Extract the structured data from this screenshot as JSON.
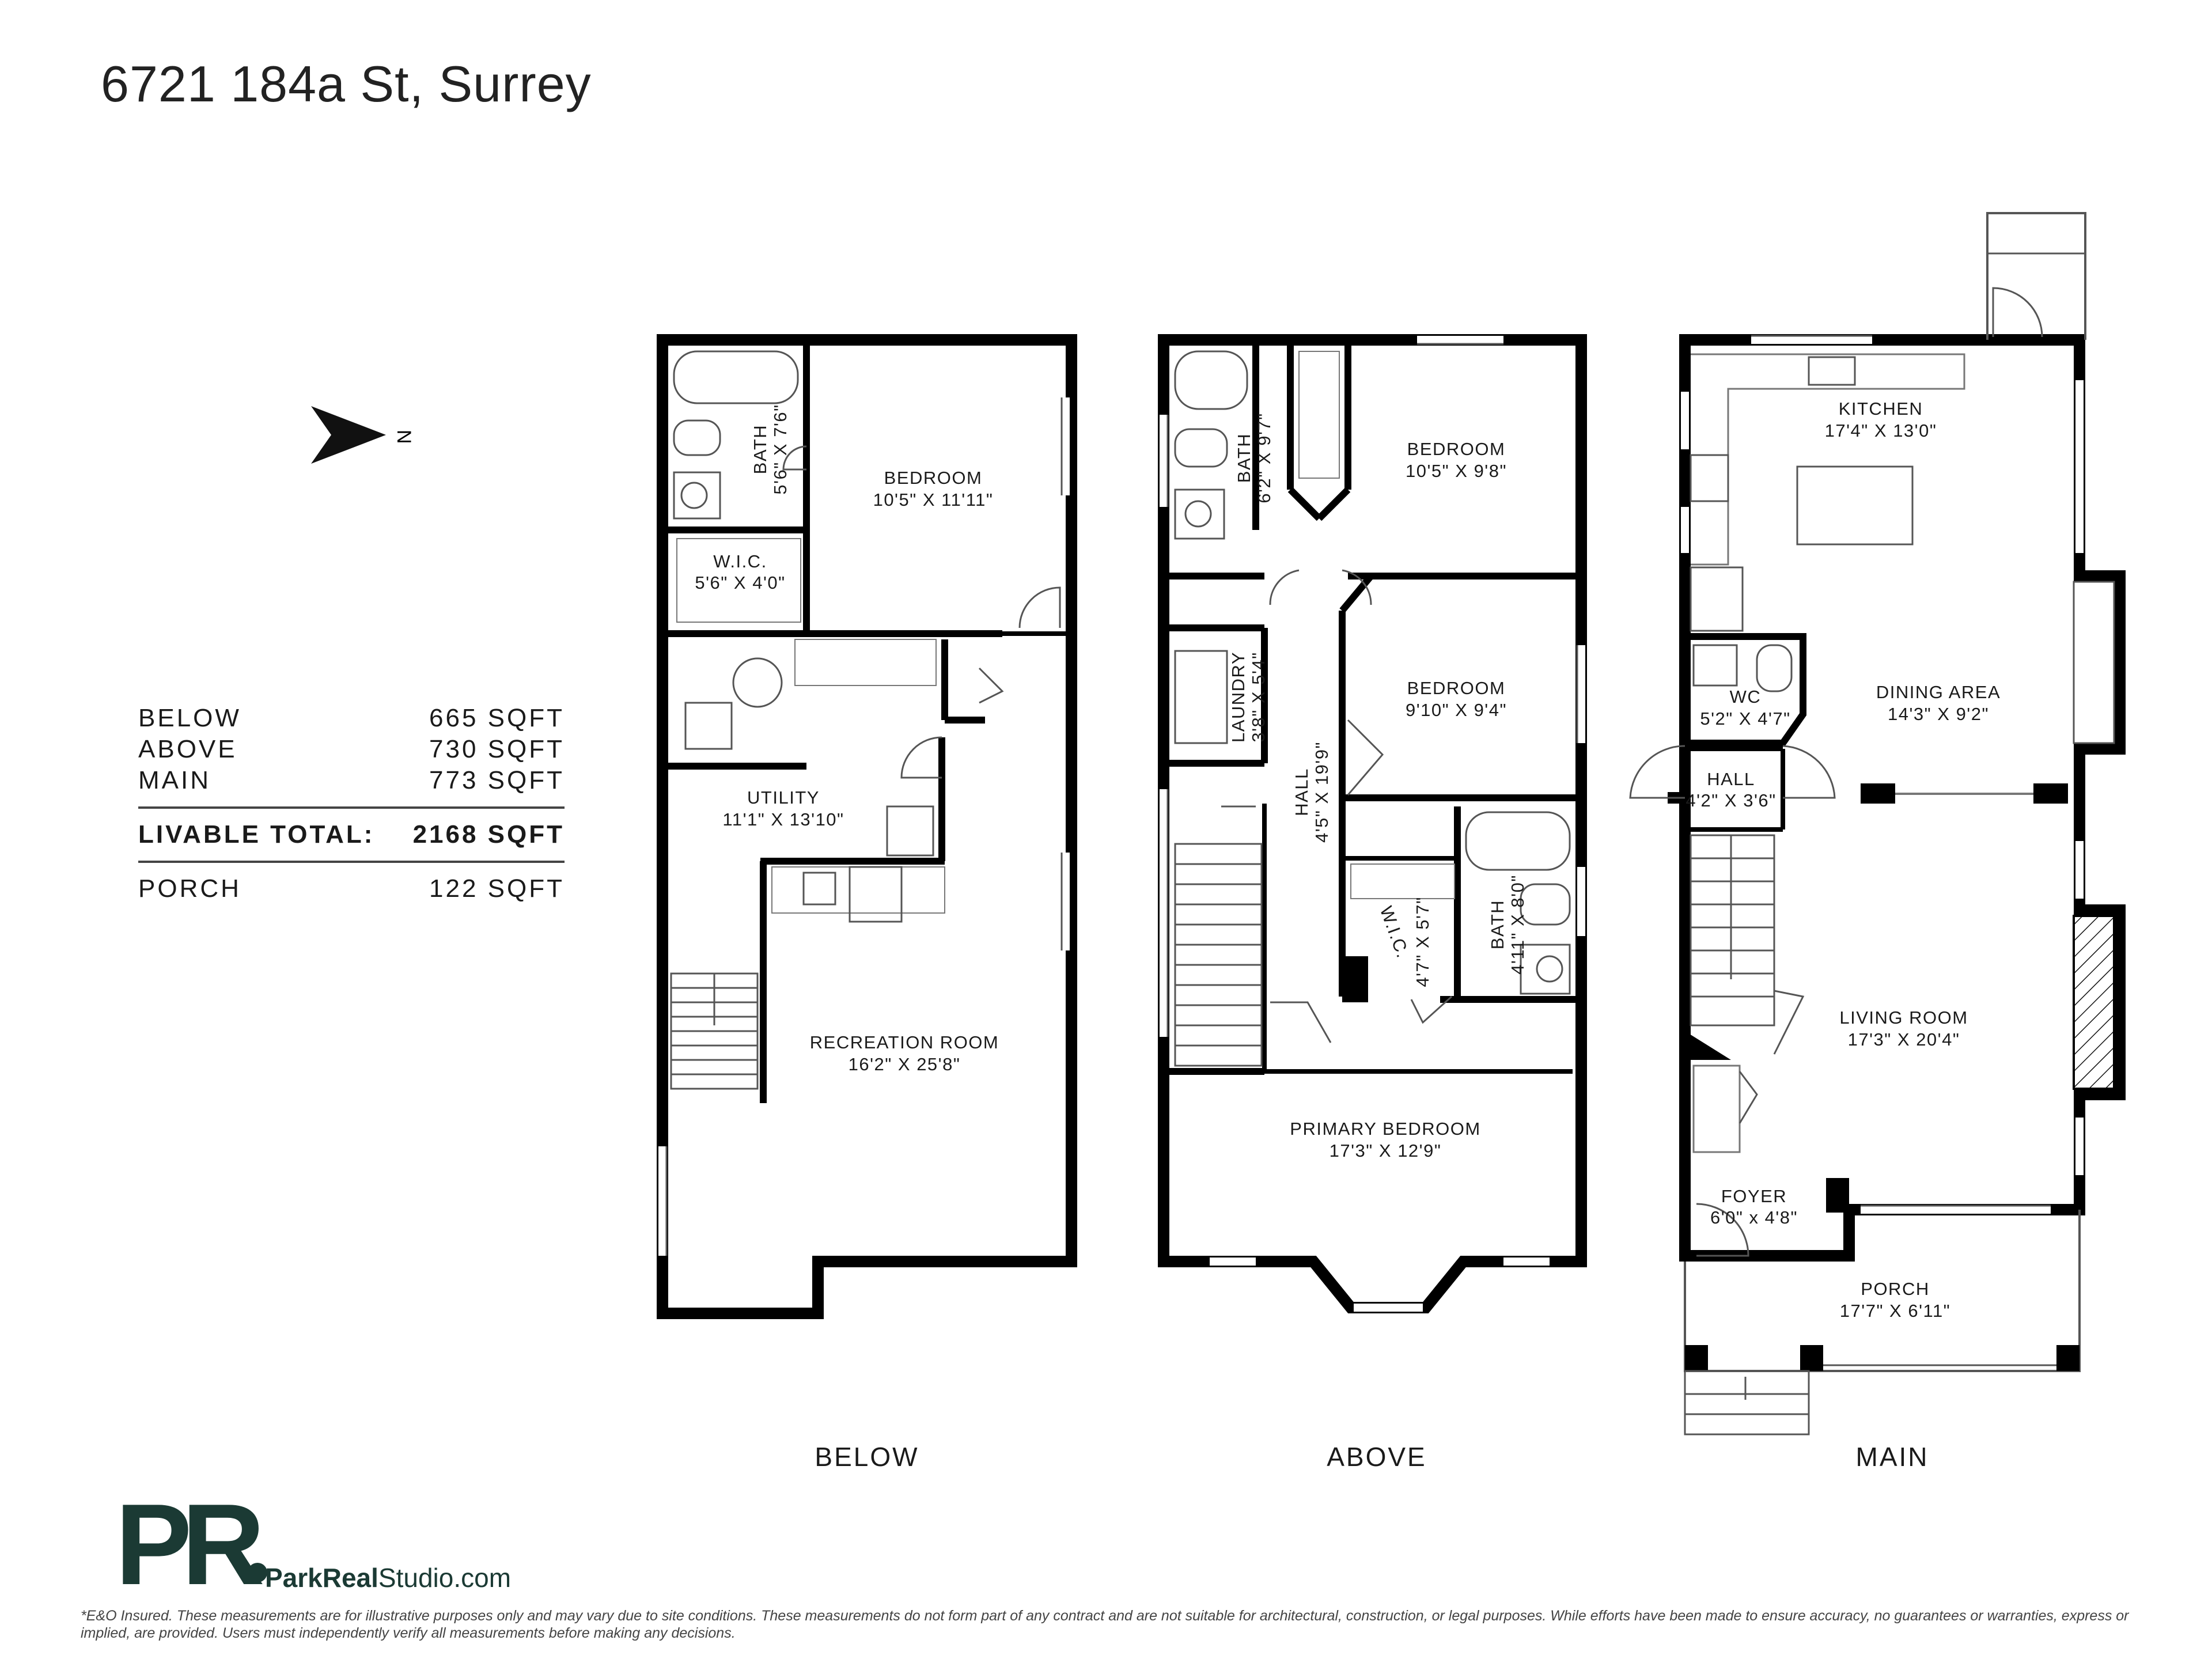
{
  "title": "6721 184a St, Surrey",
  "compass": {
    "label": "N",
    "icon": "north-arrow-icon"
  },
  "summary": {
    "rows": [
      {
        "label": "BELOW",
        "value": "665 SQFT"
      },
      {
        "label": "ABOVE",
        "value": "730 SQFT"
      },
      {
        "label": "MAIN",
        "value": "773 SQFT"
      }
    ],
    "total": {
      "label": "LIVABLE TOTAL:",
      "value": "2168 SQFT"
    },
    "porch": {
      "label": "PORCH",
      "value": "122 SQFT"
    }
  },
  "floors": {
    "below": {
      "name": "BELOW",
      "rooms": {
        "bath_name": "BATH",
        "bath_dim": "5'6\" X 7'6\"",
        "bedroom_name": "BEDROOM",
        "bedroom_dim": "10'5\" X 11'11\"",
        "wic_name": "W.I.C.",
        "wic_dim": "5'6\" X 4'0\"",
        "utility_name": "UTILITY",
        "utility_dim": "11'1\" X 13'10\"",
        "rec_name": "RECREATION ROOM",
        "rec_dim": "16'2\" X 25'8\""
      }
    },
    "above": {
      "name": "ABOVE",
      "rooms": {
        "bath1_name": "BATH",
        "bath1_dim": "6'2\" X 9'7\"",
        "bedroom1_name": "BEDROOM",
        "bedroom1_dim": "10'5\" X 9'8\"",
        "bedroom2_name": "BEDROOM",
        "bedroom2_dim": "9'10\" X 9'4\"",
        "laundry_name": "LAUNDRY",
        "laundry_dim": "3'8\" X 5'4\"",
        "hall_name": "HALL",
        "hall_dim": "4'5\" X 19'9\"",
        "wic_name": "W.I.C.",
        "wic_dim": "4'7\" X 5'7\"",
        "bath2_name": "BATH",
        "bath2_dim": "4'11\" X 8'0\"",
        "primary_name": "PRIMARY BEDROOM",
        "primary_dim": "17'3\" X 12'9\""
      }
    },
    "main": {
      "name": "MAIN",
      "rooms": {
        "kitchen_name": "KITCHEN",
        "kitchen_dim": "17'4\" X 13'0\"",
        "dining_name": "DINING AREA",
        "dining_dim": "14'3\" X 9'2\"",
        "wc_name": "WC",
        "wc_dim": "5'2\" X 4'7\"",
        "hall_name": "HALL",
        "hall_dim": "4'2\" X 3'6\"",
        "living_name": "LIVING ROOM",
        "living_dim": "17'3\" X 20'4\"",
        "foyer_name": "FOYER",
        "foyer_dim": "6'0\" x 4'8\"",
        "porch_name": "PORCH",
        "porch_dim": "17'7\" X 6'11\""
      }
    }
  },
  "brand": {
    "letters": "PR",
    "site_bold": "ParkReal",
    "site_rest": "Studio.com",
    "color": "#1b3a34"
  },
  "disclaimer": "*E&O Insured. These measurements are for illustrative purposes only and may vary due to site conditions. These measurements do not form part of any contract and are not suitable for architectural, construction, or legal purposes. While efforts have been made to ensure accuracy, no guarantees or warranties, express or implied, are provided. Users must independently verify all measurements before making any decisions."
}
